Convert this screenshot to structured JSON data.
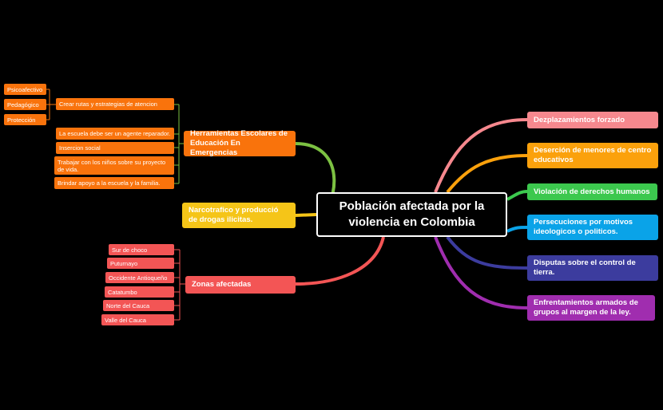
{
  "root": {
    "title": "Población afectada por la violencia en Colombia"
  },
  "colors": {
    "orange": "#F9730C",
    "green": "#7CC142",
    "yellow": "#F5C518",
    "red": "#F35555",
    "pink": "#F6888E",
    "amber": "#FBA10C",
    "bright_green": "#3CC84E",
    "blue": "#0AA3E8",
    "indigo": "#3C3C9E",
    "purple": "#A02DAF"
  },
  "left": {
    "herramientas": {
      "label": "Herramientas Escolares de Educación En Emergencias",
      "items": [
        {
          "label": "Crear rutas y estrategias de atencion",
          "children": [
            "Psicoafectivo",
            "Pedagógico",
            "Protección"
          ]
        },
        {
          "label": "La escuela debe ser un agente reparador."
        },
        {
          "label": "Insercion social"
        },
        {
          "label": "Trabajar con los niños sobre su proyecto de vida."
        },
        {
          "label": "Brindar apoyo a la escuela y la familia."
        }
      ]
    },
    "narcotrafico": {
      "label": "Narcotrafico y producció de drogas ilicitas."
    },
    "zonas": {
      "label": "Zonas afectadas",
      "items": [
        "Sur de choco",
        "Puturnayo",
        "Occidente Antioqueño",
        "Catatumbo",
        "Norte del Cauca",
        "Valle del Cauca"
      ]
    }
  },
  "right": [
    {
      "label": "Dezplazamientos forzado"
    },
    {
      "label": "Deserción de menores de centro educativos"
    },
    {
      "label": "Violación de derechos humanos"
    },
    {
      "label": "Persecuciones por motivos ideologicos o politicos."
    },
    {
      "label": "Disputas sobre el control de tierra."
    },
    {
      "label": "Enfrentamientos armados de grupos al margen de la ley."
    }
  ]
}
